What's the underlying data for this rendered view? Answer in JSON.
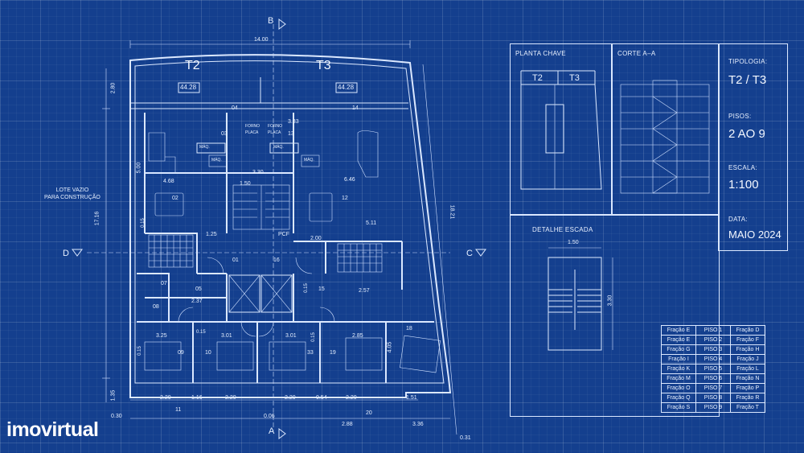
{
  "plan": {
    "unit_labels": [
      "T2",
      "T3"
    ],
    "area_labels": [
      "44.28",
      "44.28"
    ],
    "section_markers": [
      "A",
      "B",
      "C",
      "D"
    ],
    "lote_vazio": [
      "LOTE VAZIO",
      "PARA CONSTRUÇÃO"
    ],
    "stair_label": "PCF",
    "room_numbers": [
      "01",
      "02",
      "03",
      "04",
      "05",
      "07",
      "08",
      "09",
      "10",
      "11",
      "12",
      "13",
      "14",
      "15",
      "16",
      "18",
      "19",
      "20",
      "33"
    ],
    "dims_top": "14.00",
    "dims_inner": [
      "3.33",
      "3.30",
      "4.68",
      "6.46",
      "1.50",
      "1.25",
      "2.00",
      "5.11",
      "2.37",
      "2.57",
      "3.25",
      "3.01",
      "3.01",
      "2.85",
      "0.15",
      "0.15",
      "0.15",
      "0.15",
      "0.15",
      "5.00",
      "4.05"
    ],
    "dims_left": [
      "2.80",
      "17.16",
      "1.35"
    ],
    "dims_right": "18.21",
    "dims_bottom_row1": [
      "2.20",
      "1.16",
      "2.20",
      "2.20",
      "0.54",
      "2.20",
      "1.51"
    ],
    "dims_bottom_row2": [
      "0.30",
      "0.06",
      "2.88",
      "3.36",
      "0.31"
    ],
    "appliance_labels": [
      "FORNO",
      "PLACA",
      "FORNO",
      "PLACA",
      "MÁQ.",
      "MÁQ.",
      "MÁQ.",
      "MÁQ."
    ]
  },
  "key_plan": {
    "title": "PLANTA CHAVE",
    "labels": [
      "T2",
      "T3"
    ]
  },
  "section": {
    "title": "CORTE A–A"
  },
  "stair_detail": {
    "title": "DETALHE ESCADA",
    "width": "1.50",
    "length": "3.30"
  },
  "info": {
    "tipologia_label": "TIPOLOGIA:",
    "tipologia": "T2 / T3",
    "pisos_label": "PISOS:",
    "pisos": "2 AO 9",
    "escala_label": "ESCALA:",
    "escala": "1:100",
    "data_label": "DATA:",
    "data": "MAIO 2024"
  },
  "fractions": [
    [
      "Fração E",
      "PISO 1",
      "Fração D"
    ],
    [
      "Fração E",
      "PISO 2",
      "Fração F"
    ],
    [
      "Fração G",
      "PISO 3",
      "Fração H"
    ],
    [
      "Fração I",
      "PISO 4",
      "Fração J"
    ],
    [
      "Fração K",
      "PISO 5",
      "Fração L"
    ],
    [
      "Fração M",
      "PISO 6",
      "Fração N"
    ],
    [
      "Fração O",
      "PISO 7",
      "Fração P"
    ],
    [
      "Fração Q",
      "PISO 8",
      "Fração R"
    ],
    [
      "Fração S",
      "PISO 9",
      "Fração T"
    ]
  ],
  "brand": "imovirtual"
}
